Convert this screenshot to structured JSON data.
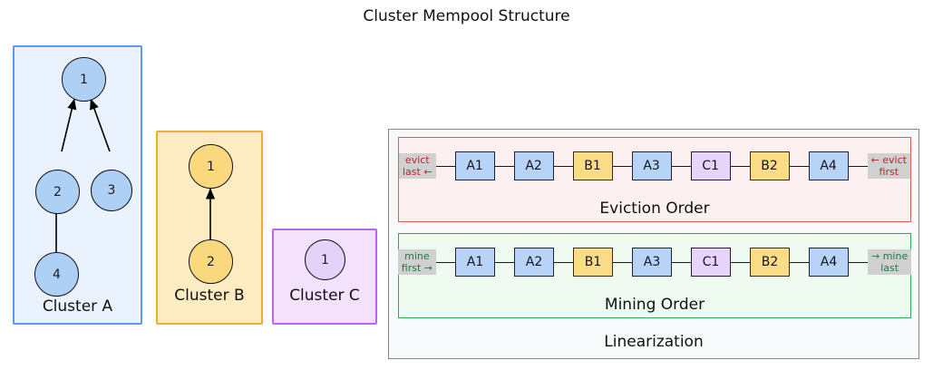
{
  "title": "Cluster Mempool Structure",
  "clusters": [
    {
      "name": "cluster-a",
      "label": "Cluster A",
      "nodes": [
        {
          "id": "1",
          "label": "1"
        },
        {
          "id": "2",
          "label": "2"
        },
        {
          "id": "3",
          "label": "3"
        },
        {
          "id": "4",
          "label": "4"
        }
      ],
      "edges": [
        {
          "from": "2",
          "to": "1"
        },
        {
          "from": "3",
          "to": "1"
        },
        {
          "from": "4",
          "to": "2"
        }
      ],
      "fill": "#eaf2fd",
      "border": "#5b9bf0",
      "node_fill": "#aed0f5"
    },
    {
      "name": "cluster-b",
      "label": "Cluster B",
      "nodes": [
        {
          "id": "1",
          "label": "1"
        },
        {
          "id": "2",
          "label": "2"
        }
      ],
      "edges": [
        {
          "from": "2",
          "to": "1"
        }
      ],
      "fill": "#fdecc2",
      "border": "#f0ae30",
      "node_fill": "#fad97e"
    },
    {
      "name": "cluster-c",
      "label": "Cluster C",
      "nodes": [
        {
          "id": "1",
          "label": "1"
        }
      ],
      "edges": [],
      "fill": "#f4e2fc",
      "border": "#c561f0",
      "node_fill": "#e6d2f9"
    }
  ],
  "linearization": {
    "label": "Linearization",
    "border": "#808a96",
    "rows": [
      {
        "name": "eviction",
        "title": "Eviction Order",
        "border": "#e05a5c",
        "fill": "#fdf0f0",
        "text_color": "#b3282c",
        "start_label": {
          "line1": "evict",
          "line2": "last ←"
        },
        "end_label": {
          "line1": "← evict",
          "line2": "first"
        },
        "items": [
          {
            "label": "A1",
            "color": "blue"
          },
          {
            "label": "A2",
            "color": "blue"
          },
          {
            "label": "B1",
            "color": "yellow"
          },
          {
            "label": "A3",
            "color": "blue"
          },
          {
            "label": "C1",
            "color": "purple"
          },
          {
            "label": "B2",
            "color": "yellow"
          },
          {
            "label": "A4",
            "color": "blue"
          }
        ]
      },
      {
        "name": "mining",
        "title": "Mining Order",
        "border": "#2fa85a",
        "fill": "#effaf1",
        "text_color": "#1f7a43",
        "start_label": {
          "line1": "mine",
          "line2": "first →"
        },
        "end_label": {
          "line1": "→ mine",
          "line2": "last"
        },
        "items": [
          {
            "label": "A1",
            "color": "blue"
          },
          {
            "label": "A2",
            "color": "blue"
          },
          {
            "label": "B1",
            "color": "yellow"
          },
          {
            "label": "A3",
            "color": "blue"
          },
          {
            "label": "C1",
            "color": "purple"
          },
          {
            "label": "B2",
            "color": "yellow"
          },
          {
            "label": "A4",
            "color": "blue"
          }
        ]
      }
    ]
  }
}
